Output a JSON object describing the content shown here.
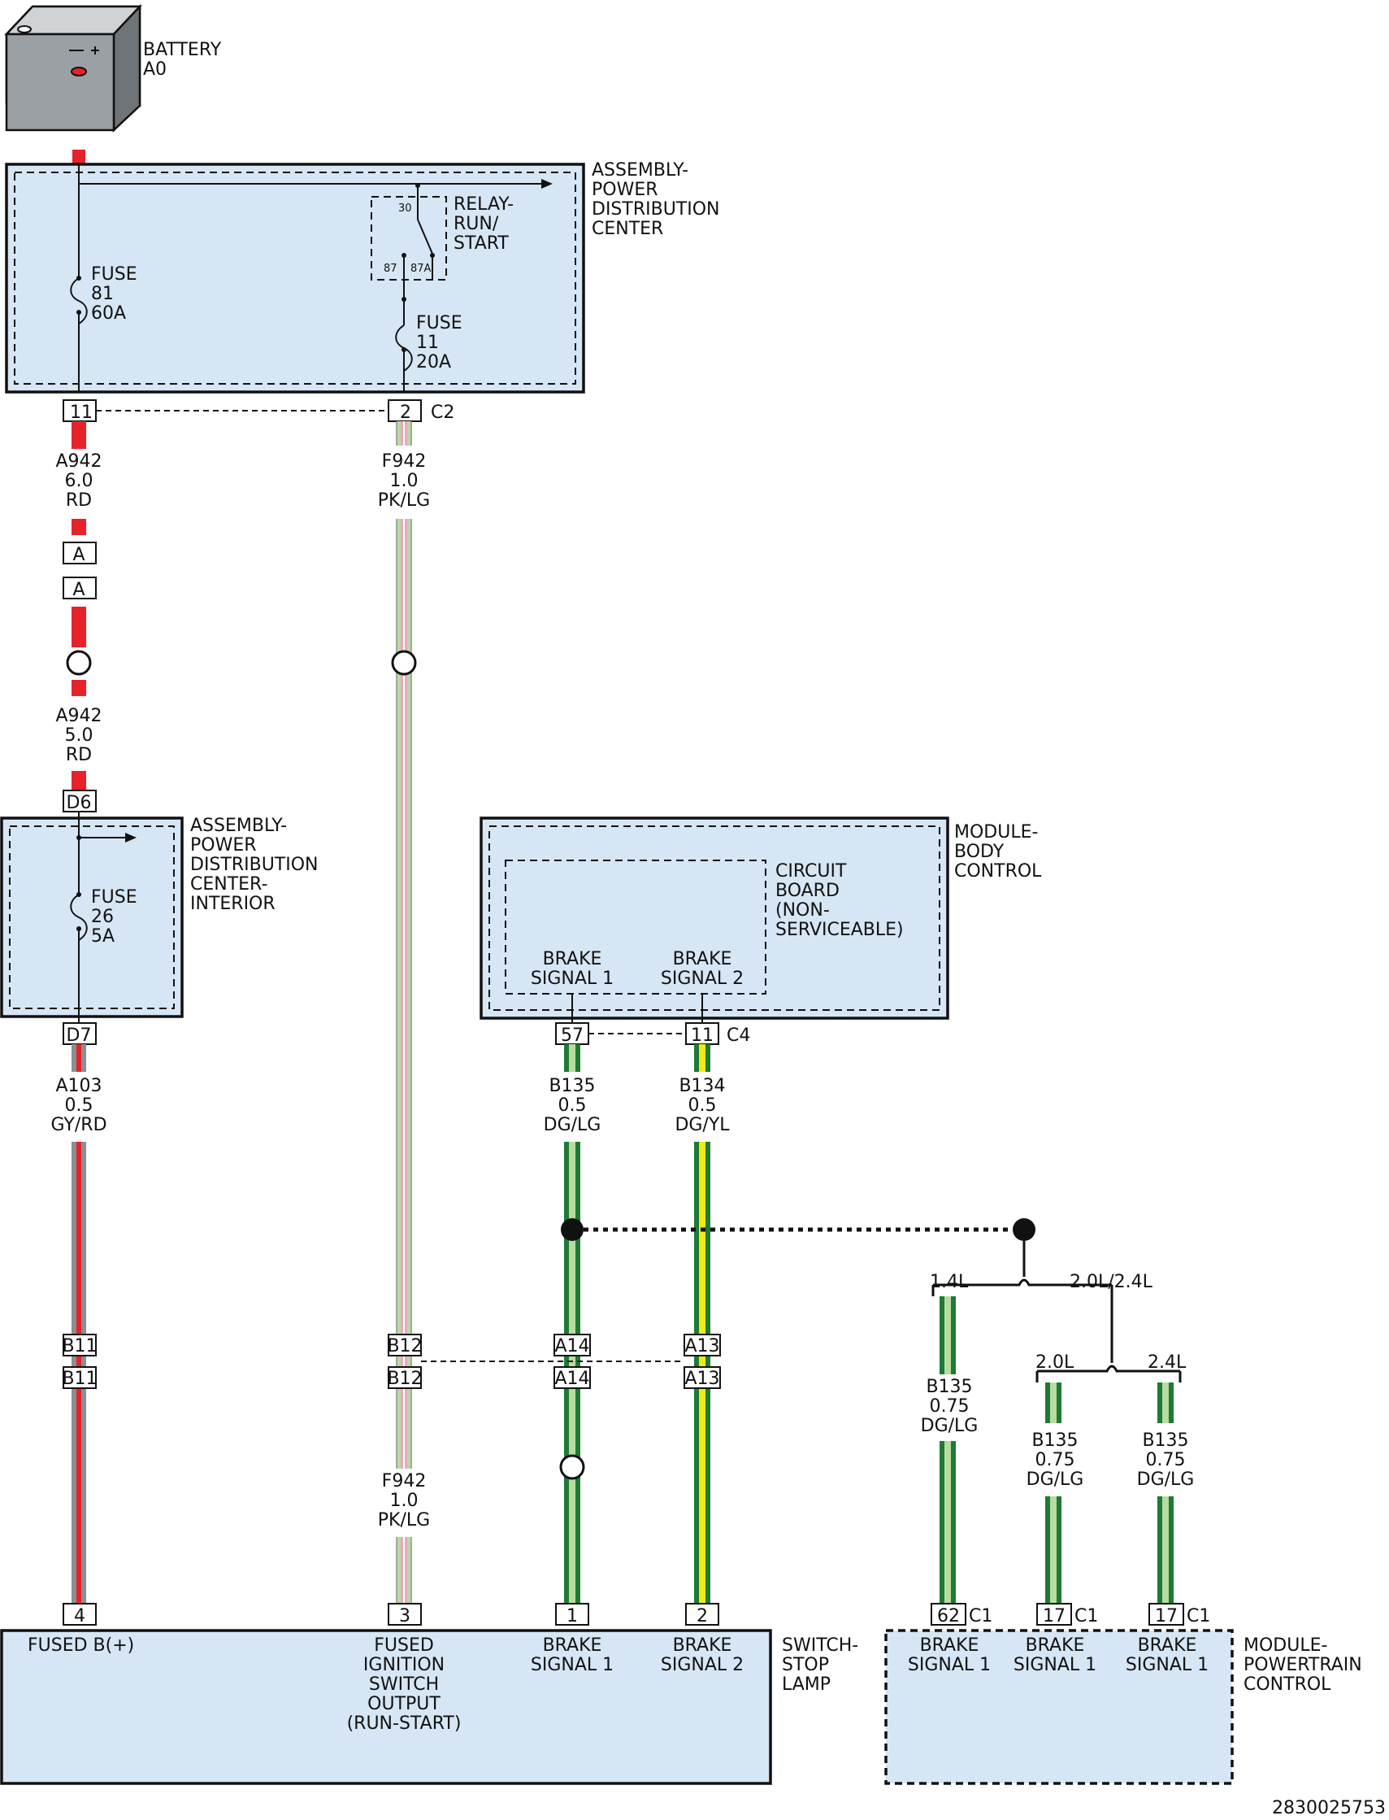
{
  "colors": {
    "red": "#e8222a",
    "grey": "#8a8f93",
    "pink": "#e9a9c0",
    "light_green": "#b7dba0",
    "dark_green": "#1e7a34",
    "yellow": "#f2ea13",
    "module_fill": "#d6e6f5"
  },
  "battery": {
    "line1": "BATTERY",
    "line2": "A0"
  },
  "pdc": {
    "title": [
      "ASSEMBLY-",
      "POWER",
      "DISTRIBUTION",
      "CENTER"
    ],
    "relay": [
      "RELAY-",
      "RUN/",
      "START"
    ],
    "relay_pins": {
      "p30": "30",
      "p87": "87",
      "p87a": "87A"
    },
    "fuse81": [
      "FUSE",
      "81",
      "60A"
    ],
    "fuse11": [
      "FUSE",
      "11",
      "20A"
    ],
    "pin_left": "11",
    "pin_right": "2",
    "connector": "C2"
  },
  "wire_a942_top": [
    "A942",
    "6.0",
    "RD"
  ],
  "wire_f942_top": [
    "F942",
    "1.0",
    "PK/LG"
  ],
  "inline_a": {
    "top": "A",
    "bottom": "A"
  },
  "wire_a942_mid": [
    "A942",
    "5.0",
    "RD"
  ],
  "pdci": {
    "title": [
      "ASSEMBLY-",
      "POWER",
      "DISTRIBUTION",
      "CENTER-",
      "INTERIOR"
    ],
    "fuse26": [
      "FUSE",
      "26",
      "5A"
    ],
    "pin_in": "D6",
    "pin_out": "D7"
  },
  "wire_a103": [
    "A103",
    "0.5",
    "GY/RD"
  ],
  "bcm": {
    "title": [
      "MODULE-",
      "BODY",
      "CONTROL"
    ],
    "board": [
      "CIRCUIT",
      "BOARD",
      "(NON-",
      "SERVICEABLE)"
    ],
    "sig1": [
      "BRAKE",
      "SIGNAL 1"
    ],
    "sig2": [
      "BRAKE",
      "SIGNAL 2"
    ],
    "pin57": "57",
    "pin11": "11",
    "connector": "C4"
  },
  "wire_b135_top": [
    "B135",
    "0.5",
    "DG/LG"
  ],
  "wire_b134_top": [
    "B134",
    "0.5",
    "DG/YL"
  ],
  "inline_b": {
    "b11": "B11",
    "b12": "B12",
    "a14": "A14",
    "a13": "A13"
  },
  "wire_f942_bottom": [
    "F942",
    "1.0",
    "PK/LG"
  ],
  "switch": {
    "title": [
      "SWITCH-",
      "STOP",
      "LAMP"
    ],
    "pins": [
      "4",
      "3",
      "1",
      "2"
    ],
    "fused_b": "FUSED B(+)",
    "fused_ign": [
      "FUSED",
      "IGNITION",
      "SWITCH",
      "OUTPUT",
      "(RUN-START)"
    ],
    "sig1": [
      "BRAKE",
      "SIGNAL 1"
    ],
    "sig2": [
      "BRAKE",
      "SIGNAL 2"
    ]
  },
  "variants": {
    "v14": "1.4L",
    "v2024": "2.0L/2.4L",
    "v20": "2.0L",
    "v24": "2.4L"
  },
  "wire_b135_14": [
    "B135",
    "0.75",
    "DG/LG"
  ],
  "wire_b135_20": [
    "B135",
    "0.75",
    "DG/LG"
  ],
  "wire_b135_24": [
    "B135",
    "0.75",
    "DG/LG"
  ],
  "pcm": {
    "title": [
      "MODULE-",
      "POWERTRAIN",
      "CONTROL"
    ],
    "pin62": "62",
    "conn62": "C1",
    "pin17a": "17",
    "conn17a": "C1",
    "pin17b": "17",
    "conn17b": "C1",
    "sig1a": [
      "BRAKE",
      "SIGNAL 1"
    ],
    "sig1b": [
      "BRAKE",
      "SIGNAL 1"
    ],
    "sig1c": [
      "BRAKE",
      "SIGNAL 1"
    ]
  },
  "figure_id": "2830025753"
}
